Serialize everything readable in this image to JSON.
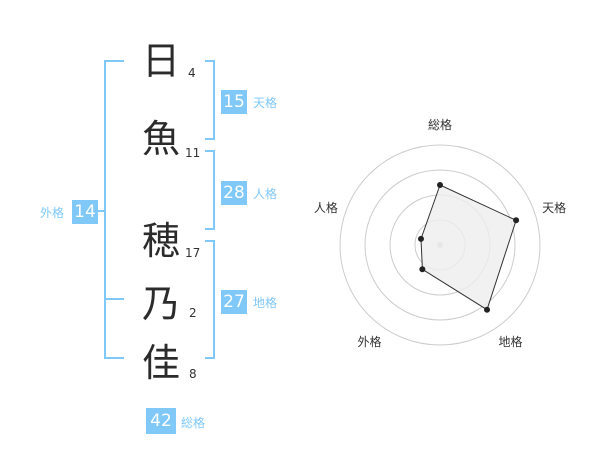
{
  "name": {
    "chars": [
      {
        "char": "日",
        "strokes": "4"
      },
      {
        "char": "魚",
        "strokes": "11"
      },
      {
        "char": "穂",
        "strokes": "17"
      },
      {
        "char": "乃",
        "strokes": "2"
      },
      {
        "char": "佳",
        "strokes": "8"
      }
    ]
  },
  "kakusu": {
    "tenkaku": {
      "value": "15",
      "label": "天格"
    },
    "jinkaku": {
      "value": "28",
      "label": "人格"
    },
    "chikaku": {
      "value": "27",
      "label": "地格"
    },
    "gaikaku": {
      "value": "14",
      "label": "外格"
    },
    "soukaku": {
      "value": "42",
      "label": "総格"
    }
  },
  "colors": {
    "accent": "#7fc8f8",
    "char": "#2b2b2b",
    "ring": "#cccccc",
    "polygon_fill": "#eeeeee",
    "polygon_stroke": "#333333"
  },
  "chart_data": {
    "type": "radar",
    "axes": [
      "総格",
      "天格",
      "地格",
      "外格",
      "人格"
    ],
    "values": [
      3,
      4,
      4,
      1.5,
      1
    ],
    "rmax": 5,
    "rings": 4
  }
}
